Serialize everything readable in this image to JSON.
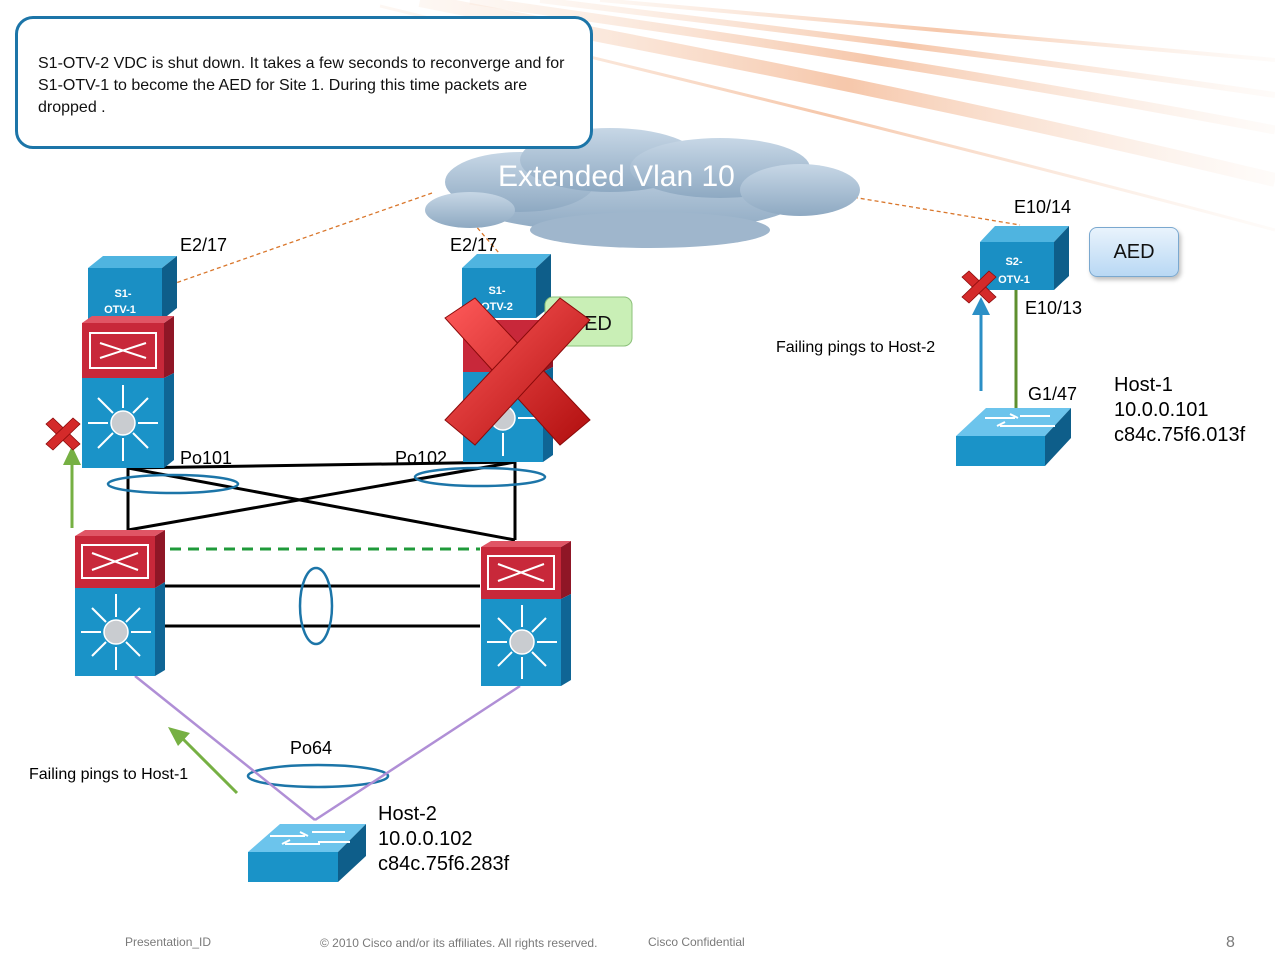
{
  "callout": {
    "text": "S1-OTV-2 VDC is shut down.  It takes a few seconds to reconverge and for S1-OTV-1 to become the AED for Site 1.  During this time packets are dropped ."
  },
  "cloud": {
    "label": "Extended Vlan 10"
  },
  "devices": {
    "s1_otv1": {
      "line1": "S1-",
      "line2": "OTV-1"
    },
    "s1_otv2": {
      "line1": "S1-",
      "line2": "OTV-2"
    },
    "s2_otv1": {
      "line1": "S2-",
      "line2": "OTV-1"
    }
  },
  "interfaces": {
    "s1_otv1_uplink": "E2/17",
    "s1_otv2_uplink": "E2/17",
    "s2_otv1_uplink": "E10/14",
    "s2_otv1_downlink": "E10/13",
    "host1_switch_port": "G1/47"
  },
  "port_channels": {
    "po101": "Po101",
    "po102": "Po102",
    "po64": "Po64"
  },
  "badges": {
    "aed_site2": "AED",
    "aed_site1_partial": "ED"
  },
  "annotations": {
    "failing_host1": "Failing pings to Host-1",
    "failing_host2": "Failing pings to Host-2"
  },
  "hosts": {
    "host1": {
      "name": "Host-1",
      "ip": "10.0.0.101",
      "mac": "c84c.75f6.013f"
    },
    "host2": {
      "name": "Host-2",
      "ip": "10.0.0.102",
      "mac": "c84c.75f6.283f"
    }
  },
  "footer": {
    "presentation_id": "Presentation_ID",
    "copyright": "© 2010 Cisco and/or its affiliates. All rights reserved.",
    "confidential": "Cisco Confidential",
    "page_number": "8"
  },
  "colors": {
    "device_blue": "#1a93c8",
    "device_red": "#c8283a",
    "otv_link": "#d9762b",
    "host_link": "#b08fd6",
    "arrow_green": "#76b043",
    "arrow_blue": "#2b8fc6",
    "fail_red": "#d42a2a",
    "callout_border": "#1c75a8"
  }
}
